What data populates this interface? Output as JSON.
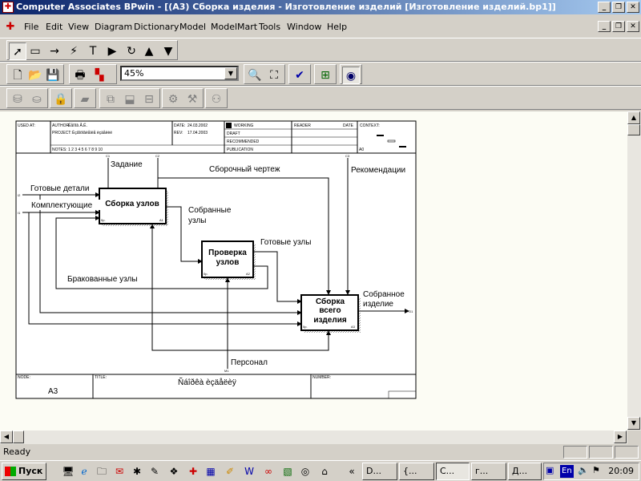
{
  "window": {
    "title": "Computer Associates BPwin - [(A3) Сборка изделия - Изготовление изделий  [Изготовление изделий.bp1]]",
    "doc_icon": "bpwin-doc-icon"
  },
  "menu": [
    "File",
    "Edit",
    "View",
    "Diagram",
    "Dictionary",
    "Model",
    "ModelMart",
    "Tools",
    "Window",
    "Help"
  ],
  "toolbar": {
    "zoom_value": "45%"
  },
  "frame": {
    "used_at_label": "USED AT:",
    "author_label": "AUTHOR:",
    "author_value": "Ëåîíîâ Â.Ë.",
    "date_label": "DATE:",
    "date_value": "24.03.2002",
    "rev_label": "REV:",
    "rev_value": "17.04.2003",
    "project_label": "PROJECT:",
    "project_value": "Èçãîòîâëåíèå èçäåëèé",
    "notes_label": "NOTES:",
    "notes_value": "1 2 3 4 5 6 7 8 9 10",
    "working": "WORKING",
    "draft": "DRAFT",
    "recommended": "RECOMMENDED",
    "publication": "PUBLICATION",
    "reader_label": "READER",
    "date2_label": "DATE",
    "context_label": "CONTEXT:",
    "context_node": "A0",
    "node_label": "NODE:",
    "node_value": "A3",
    "title_label": "TITLE:",
    "title_value": "Ñáîðêà èçäåëèÿ",
    "number_label": "NUMBER:"
  },
  "diagram": {
    "boxes": [
      {
        "id": "box1",
        "label": "Сборка узлов",
        "num": "A1",
        "num_left": "0р."
      },
      {
        "id": "box2",
        "label": "Проверка\nузлов",
        "num": "A2",
        "num_left": "0р."
      },
      {
        "id": "box3",
        "label": "Сборка\nвсего\nизделия",
        "num": "A3",
        "num_left": "0р."
      }
    ],
    "arrows": {
      "zadanie": "Задание",
      "chertezh": "Сборочный чертеж",
      "rekomendacii": "Рекомендации",
      "gotovye_detali": "Готовые детали",
      "komplektuyushchie": "Комплектующие",
      "sobrannye_uzly": "Собранные\nузлы",
      "gotovye_uzly": "Готовые узлы",
      "brakovannye": "Бракованные узлы",
      "sobrannoe": "Собранное\nизделие",
      "personal": "Персонал"
    },
    "tunnel_codes": {
      "c1": "C1",
      "c2": "C2",
      "c3": "C3",
      "i1": "I1",
      "i2": "I2",
      "o1": "O1",
      "m1": "M1"
    }
  },
  "status": {
    "text": "Ready"
  },
  "taskbar": {
    "start": "Пуск",
    "tasks": [
      "D...",
      "{...",
      "C...",
      "г...",
      "Д..."
    ],
    "lang": "En",
    "clock": "20:09"
  }
}
